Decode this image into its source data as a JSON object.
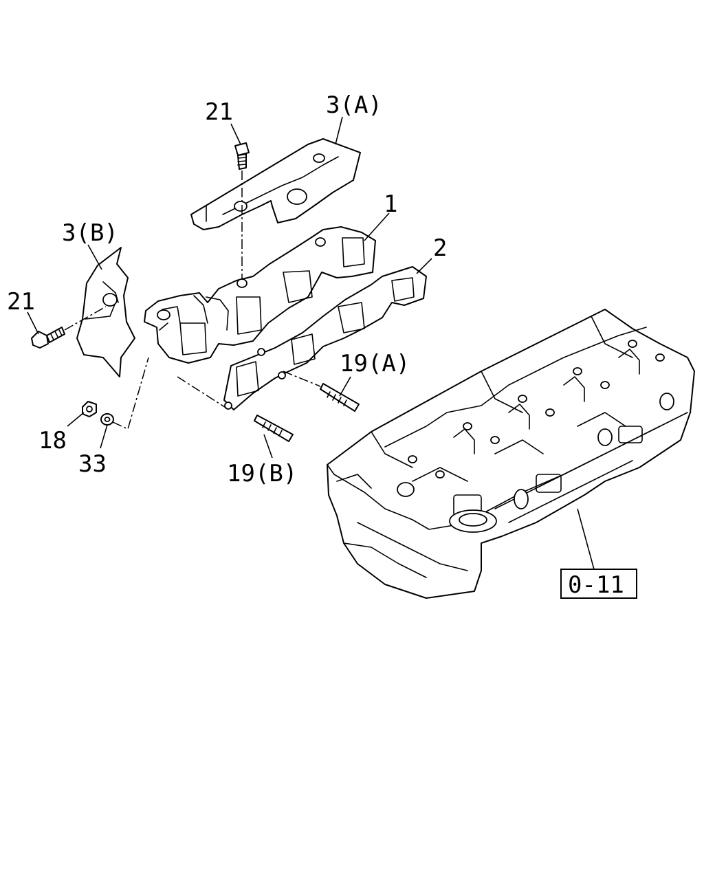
{
  "callouts": {
    "c21_top": "21",
    "c3a": "3(A)",
    "c1": "1",
    "c2": "2",
    "c3b": "3(B)",
    "c21_left": "21",
    "c19a": "19(A)",
    "c18": "18",
    "c33": "33",
    "c19b": "19(B)"
  },
  "reference": {
    "label": "0-11"
  }
}
